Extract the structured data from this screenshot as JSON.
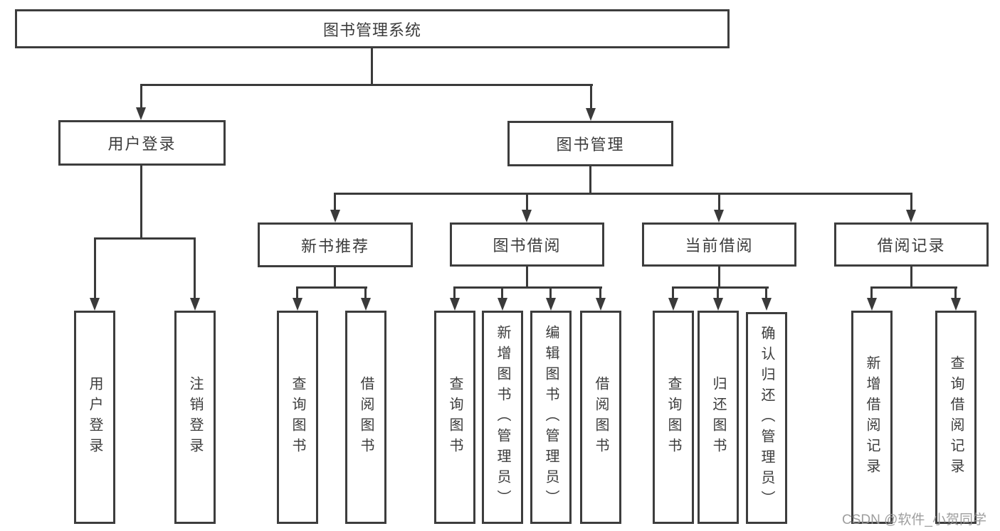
{
  "title": "图书管理系统",
  "watermark": "CSDN @软件_小贺同学",
  "colors": {
    "border": "#3d3d3d",
    "line": "#3a3a3a",
    "text": "#3c3c3c",
    "watermark": "#969696",
    "background": "#ffffff"
  },
  "tree": {
    "root": {
      "label": "图书管理系统"
    },
    "branches": [
      {
        "label": "用户登录",
        "children": [
          {
            "label": "用户登录"
          },
          {
            "label": "注销登录"
          }
        ]
      },
      {
        "label": "图书管理",
        "children": [
          {
            "label": "新书推荐",
            "children": [
              {
                "label": "查询图书"
              },
              {
                "label": "借阅图书"
              }
            ]
          },
          {
            "label": "图书借阅",
            "children": [
              {
                "label": "查询图书"
              },
              {
                "label": "新增图书（管理员）"
              },
              {
                "label": "编辑图书（管理员）"
              },
              {
                "label": "借阅图书"
              }
            ]
          },
          {
            "label": "当前借阅",
            "children": [
              {
                "label": "查询图书"
              },
              {
                "label": "归还图书"
              },
              {
                "label": "确认归还（管理员）"
              }
            ]
          },
          {
            "label": "借阅记录",
            "children": [
              {
                "label": "新增借阅记录"
              },
              {
                "label": "查询借阅记录"
              }
            ]
          }
        ]
      }
    ]
  }
}
